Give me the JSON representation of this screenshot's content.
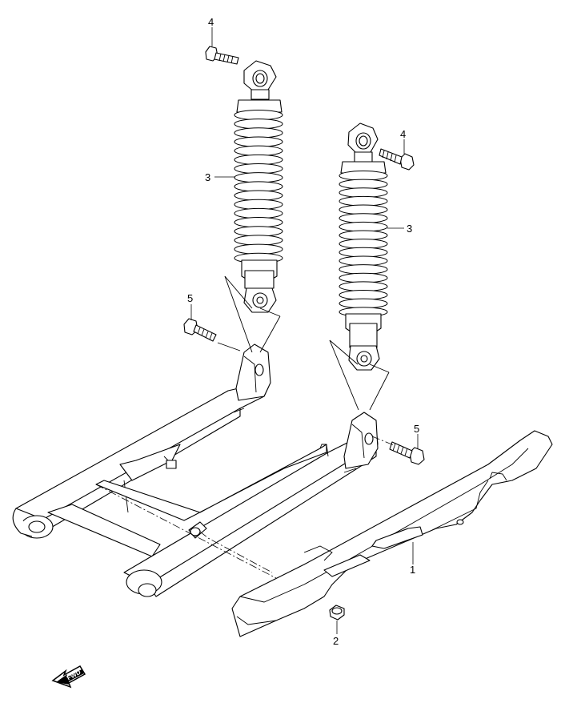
{
  "callouts": {
    "part_1": "1",
    "part_2": "2",
    "shock_left": "3",
    "shock_right": "3",
    "bolt_upper_left": "4",
    "bolt_upper_right": "4",
    "bolt_lower_left": "5",
    "bolt_lower_right": "5"
  },
  "fwd_badge": {
    "label": "FWD",
    "icon": "forward-arrow-icon"
  },
  "colors": {
    "line": "#000000",
    "background": "#ffffff"
  }
}
